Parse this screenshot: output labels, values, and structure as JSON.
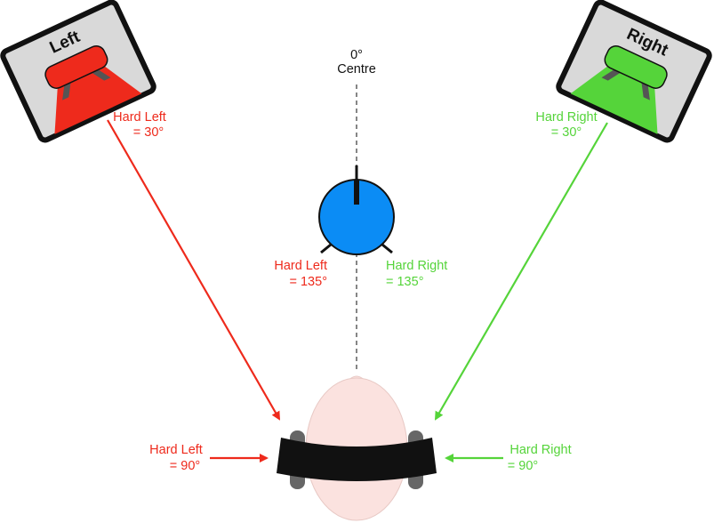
{
  "colors": {
    "left": "#ee2a1c",
    "right": "#55d43a",
    "knob": "#0b8cf5",
    "outline": "#111111",
    "panel": "#d9d9d9",
    "skin": "#fbe2df",
    "headphone": "#111111",
    "earcup": "#666666",
    "cone": "#555555",
    "guide": "#444444"
  },
  "speakers": {
    "left": {
      "title": "Left",
      "icon": "speaker-icon"
    },
    "right": {
      "title": "Right",
      "icon": "speaker-icon"
    }
  },
  "centre": {
    "angle": "0°",
    "name": "Centre"
  },
  "labels": {
    "speaker_left": {
      "line1": "Hard Left",
      "line2": "= 30°"
    },
    "speaker_right": {
      "line1": "Hard Right",
      "line2": "= 30°"
    },
    "knob_left": {
      "line1": "Hard Left",
      "line2": "= 135°"
    },
    "knob_right": {
      "line1": "Hard Right",
      "line2": "= 135°"
    },
    "head_left": {
      "line1": "Hard Left",
      "line2": "= 90°"
    },
    "head_right": {
      "line1": "Hard Right",
      "line2": "= 90°"
    }
  },
  "knob": {
    "icon": "pan-knob-icon"
  },
  "listener": {
    "icon": "listener-head-with-headphones-icon"
  }
}
